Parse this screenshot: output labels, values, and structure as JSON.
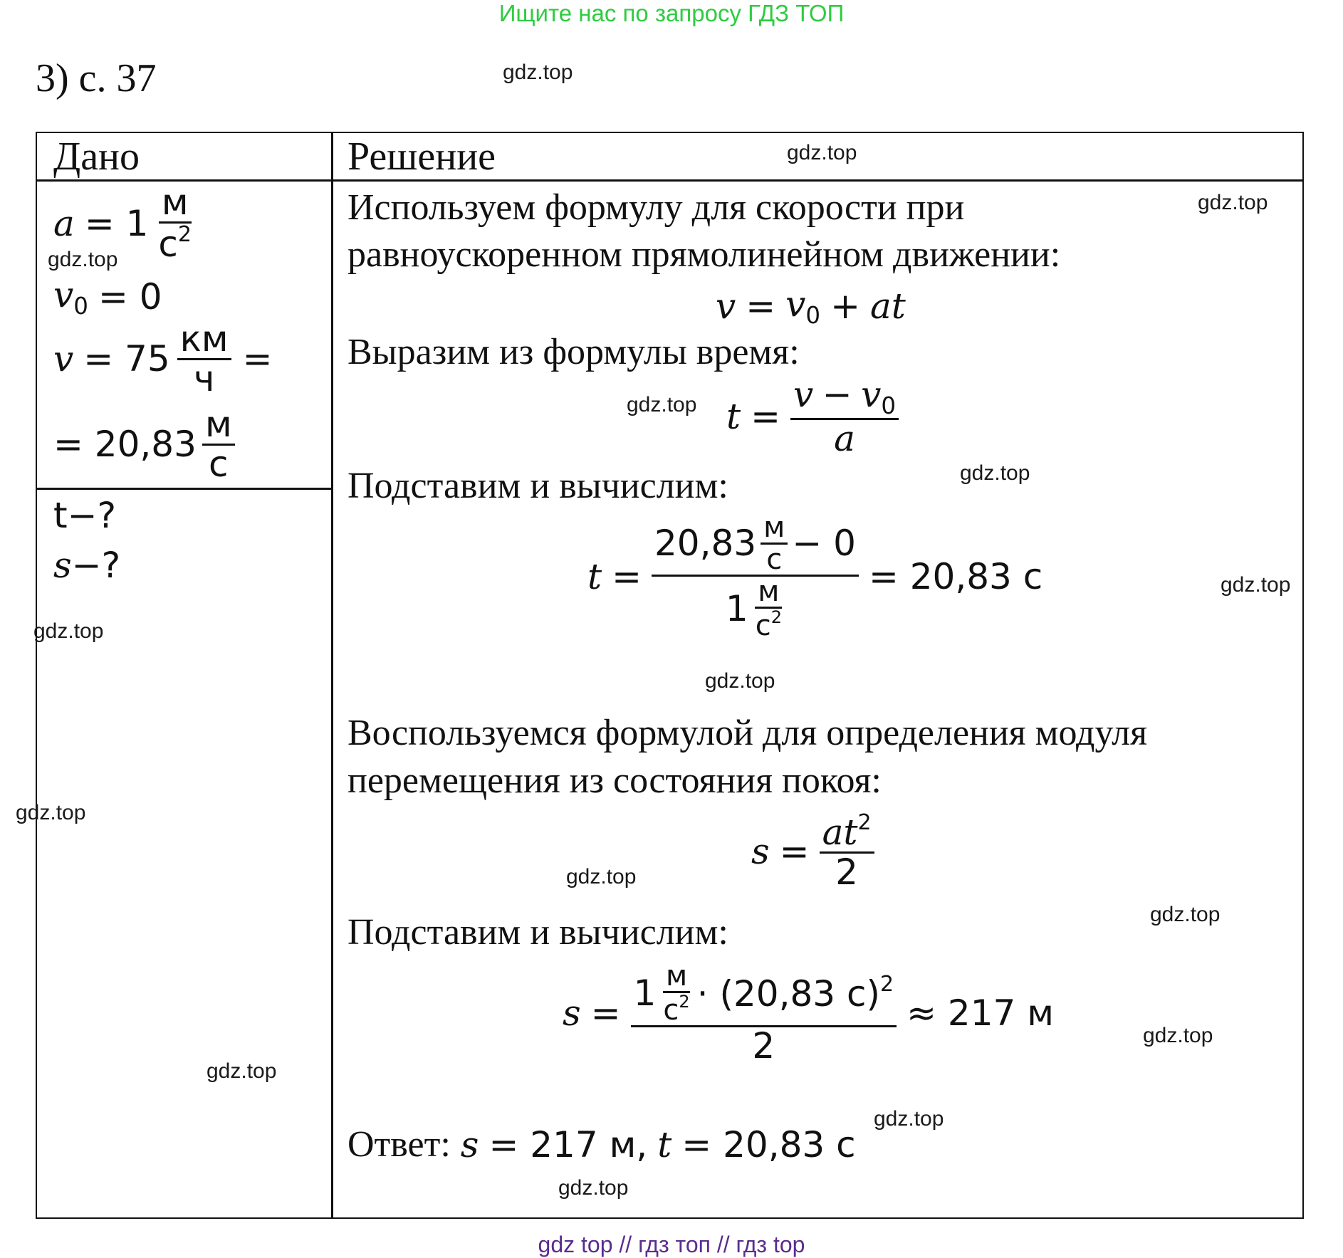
{
  "banner_top": "Ищите нас по запросу ГДЗ ТОП",
  "task_number": "3) с. 37",
  "watermark": "gdz.top",
  "table": {
    "given_header": "Дано",
    "solution_header": "Решение"
  },
  "given": {
    "a_lhs": "a",
    "a_eq": "= 1",
    "a_unit_num": "м",
    "a_unit_den": "с",
    "a_unit_den_pow": "2",
    "v0_sym": "v",
    "v0_sub": "0",
    "v0_eq": "= 0",
    "v_sym": "v",
    "v_eq": "= 75",
    "v_unit_num": "км",
    "v_unit_den": "ч",
    "v_eq_tail": "=",
    "v2_eq": "= 20,83",
    "v2_unit_num": "м",
    "v2_unit_den": "с",
    "find_t": "t−?",
    "find_s_sym": "s",
    "find_s_tail": "−?"
  },
  "solution": {
    "p1_line1": "Используем формулу для скорости при",
    "p1_line2": "равноускоренном прямолинейном движении:",
    "f1_v": "v",
    "f1_eq": "=",
    "f1_v0": "v",
    "f1_v0_sub": "0",
    "f1_plus": "+",
    "f1_at": "at",
    "p2": "Выразим из формулы время:",
    "f2_t": "t",
    "f2_eq": "=",
    "f2_num_v": "v",
    "f2_num_minus": "−",
    "f2_num_v0": "v",
    "f2_num_v0_sub": "0",
    "f2_den": "a",
    "p3": "Подставим и вычислим:",
    "f3_t": "t",
    "f3_eq": "=",
    "f3_num_val": "20,83",
    "f3_num_unit_num": "м",
    "f3_num_unit_den": "с",
    "f3_num_minus": "− 0",
    "f3_den_val": "1",
    "f3_den_unit_num": "м",
    "f3_den_unit_den": "с",
    "f3_den_unit_pow": "2",
    "f3_result": "= 20,83 с",
    "p4_line1": "Воспользуемся формулой для определения модуля",
    "p4_line2": "перемещения из состояния покоя:",
    "f4_s": "s",
    "f4_eq": "=",
    "f4_num": "at",
    "f4_num_pow": "2",
    "f4_den": "2",
    "p5": "Подставим и вычислим:",
    "f5_s": "s",
    "f5_eq": "=",
    "f5_num_val": "1",
    "f5_num_unit_num": "м",
    "f5_num_unit_den": "с",
    "f5_num_unit_pow": "2",
    "f5_num_tail": "· (20,83 с)",
    "f5_num_tail_pow": "2",
    "f5_den": "2",
    "f5_result": "≈ 217 м",
    "answer_label": "Ответ:",
    "answer_s": "s",
    "answer_s_val": "= 217 м,",
    "answer_t": "t",
    "answer_t_val": "= 20,83 с"
  },
  "banner_bottom": "gdz top  //  гдз топ  //  гдз top"
}
